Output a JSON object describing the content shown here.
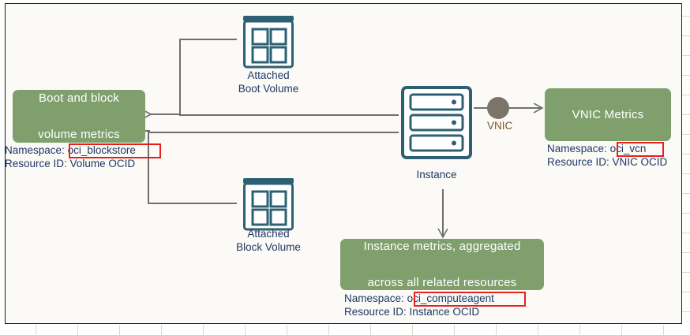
{
  "diagram": {
    "title": "OCI instance metrics relationships",
    "background_color": "#fbfaf7",
    "accent_green": "#7fa06d",
    "icon_teal": "#2e6073",
    "text_navy": "#1f3864",
    "highlight_red": "#e8201a",
    "line_gray": "#7d7d7d",
    "vnic_gray": "#7c7468"
  },
  "nodes": {
    "boot_volume": {
      "label_line1": "Attached",
      "label_line2": "Boot Volume",
      "icon": "volume-icon"
    },
    "block_volume": {
      "label_line1": "Attached",
      "label_line2": "Block Volume",
      "icon": "volume-icon"
    },
    "instance": {
      "label": "Instance",
      "icon": "server-icon"
    },
    "vnic": {
      "label": "VNIC",
      "icon": "vnic-dot-icon"
    }
  },
  "metric_boxes": [
    {
      "id": "volume-metrics",
      "title_line1": "Boot and block",
      "title_line2": "volume metrics",
      "namespace_label": "Namespace:",
      "namespace_value": "oci_blockstore",
      "resource_label": "Resource ID:",
      "resource_value": "Volume OCID",
      "highlighted": true
    },
    {
      "id": "vnic-metrics",
      "title_line1": "VNIC Metrics",
      "title_line2": "",
      "namespace_label": "Namespace:",
      "namespace_value": "oci_vcn",
      "resource_label": "Resource ID:",
      "resource_value": "VNIC OCID",
      "highlighted": true
    },
    {
      "id": "instance-metrics",
      "title_line1": "Instance metrics, aggregated",
      "title_line2": "across all related resources",
      "namespace_label": "Namespace:",
      "namespace_value": "oci_computeagent",
      "resource_label": "Resource ID:",
      "resource_value": "Instance OCID",
      "highlighted": true
    }
  ],
  "connections": [
    {
      "from": "boot_volume",
      "to": "volume-metrics",
      "style": "elbow-arrow"
    },
    {
      "from": "block_volume",
      "to": "volume-metrics",
      "style": "elbow-arrow"
    },
    {
      "from": "instance",
      "to": "boot_volume",
      "style": "elbow"
    },
    {
      "from": "instance",
      "to": "block_volume",
      "style": "elbow"
    },
    {
      "from": "instance",
      "to": "vnic",
      "style": "plain"
    },
    {
      "from": "vnic",
      "to": "vnic-metrics",
      "style": "arrow"
    },
    {
      "from": "instance",
      "to": "instance-metrics",
      "style": "down-arrow"
    }
  ]
}
